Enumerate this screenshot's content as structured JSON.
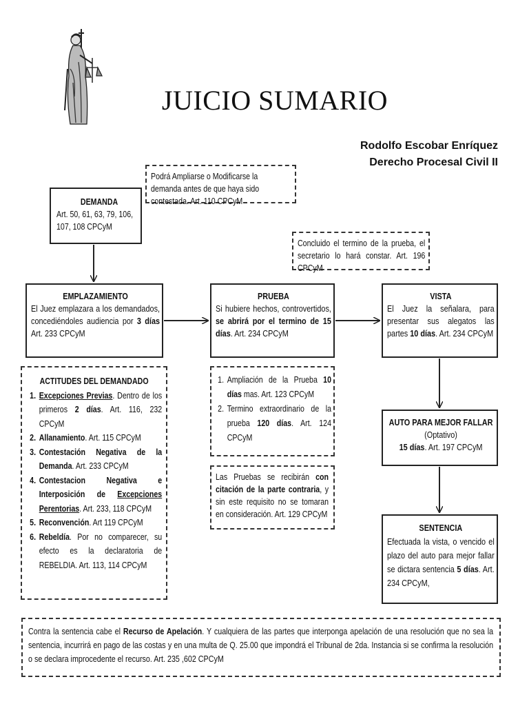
{
  "title": "JUICIO SUMARIO",
  "author": {
    "name": "Rodolfo Escobar Enríquez",
    "course": "Derecho Procesal Civil II"
  },
  "note_demanda": "Podrá Ampliarse o Modificarse la demanda antes de que haya sido contestada. Art. 110 CPCyM",
  "note_prueba": "Concluido el termino de la prueba, el secretario lo hará constar. Art. 196 CPCyM",
  "demanda": {
    "title": "DEMANDA",
    "text": "Art. 50, 61, 63, 79, 106, 107, 108 CPCyM"
  },
  "emplazamiento": {
    "title": "EMPLAZAMIENTO",
    "text_a": "El Juez emplazara a los demandados, concediéndoles audiencia por ",
    "text_b": "3 días",
    "text_c": " Art. 233 CPCyM"
  },
  "prueba": {
    "title": "PRUEBA",
    "text_a": "Si hubiere hechos, controvertidos, ",
    "text_b": "se abrirá por el termino de 15 días",
    "text_c": ". Art. 234 CPCyM"
  },
  "vista": {
    "title": "VISTA",
    "text_a": "El Juez la señalara, para presentar sus alegatos las partes ",
    "text_b": "10 días",
    "text_c": ". Art. 234 CPCyM"
  },
  "auto": {
    "title": "AUTO PARA MEJOR FALLAR",
    "subtitle": "(Optativo)",
    "text_a": "15 días",
    "text_b": ". Art. 197 CPCyM"
  },
  "sentencia": {
    "title": "SENTENCIA",
    "text_a": "Efectuada la vista, o vencido el plazo del auto para mejor fallar se dictara sentencia ",
    "text_b": "5 días",
    "text_c": ". Art. 234 CPCyM,"
  },
  "actitudes": {
    "title": "ACTITUDES DEL DEMANDADO",
    "i1_u": "Excepciones Previas",
    "i1_a": ". Dentro de los primeros ",
    "i1_b": "2 días",
    "i1_c": ". Art. 116, 232 CPCyM",
    "i2_b": "Allanamiento",
    "i2_c": ". Art. 115 CPCyM",
    "i3_b": "Contestación Negativa de la Demanda",
    "i3_c": ". Art. 233 CPCyM",
    "i4_b": "Contestacion Negativa e Interposición de ",
    "i4_u": "Excepciones Perentorias",
    "i4_c": ". Art. 233, 118 CPCyM",
    "i5_b": "Reconvención",
    "i5_c": ". Art 119 CPCyM",
    "i6_b": "Rebeldía",
    "i6_c": ". Por no comparecer, su efecto es la declaratoria de REBELDIA. Art. 113, 114 CPCyM"
  },
  "prueba_list": {
    "i1_a": "Ampliación de la Prueba ",
    "i1_b": "10 días",
    "i1_c": " mas. Art. 123 CPCyM",
    "i2_a": "Termino extraordinario de la prueba ",
    "i2_b": "120 días",
    "i2_c": ". Art. 124 CPCyM"
  },
  "pruebas_note": {
    "a": "Las Pruebas se recibirán ",
    "b": "con citación de la parte contraria",
    "c": ", y sin este requisito no se tomaran en consideración. Art. 129 CPCyM"
  },
  "recurso": {
    "a": "Contra la sentencia cabe el ",
    "b": "Recurso de Apelación",
    "c": ". Y cualquiera de las partes que interponga apelación de una resolución que no sea la sentencia, incurrirá en pago de las costas y en una multa de Q. 25.00 que impondrá el Tribunal de 2da. Instancia si se confirma la resolución o se declara improcedente el recurso. Art. 235 ,602 CPCyM"
  }
}
